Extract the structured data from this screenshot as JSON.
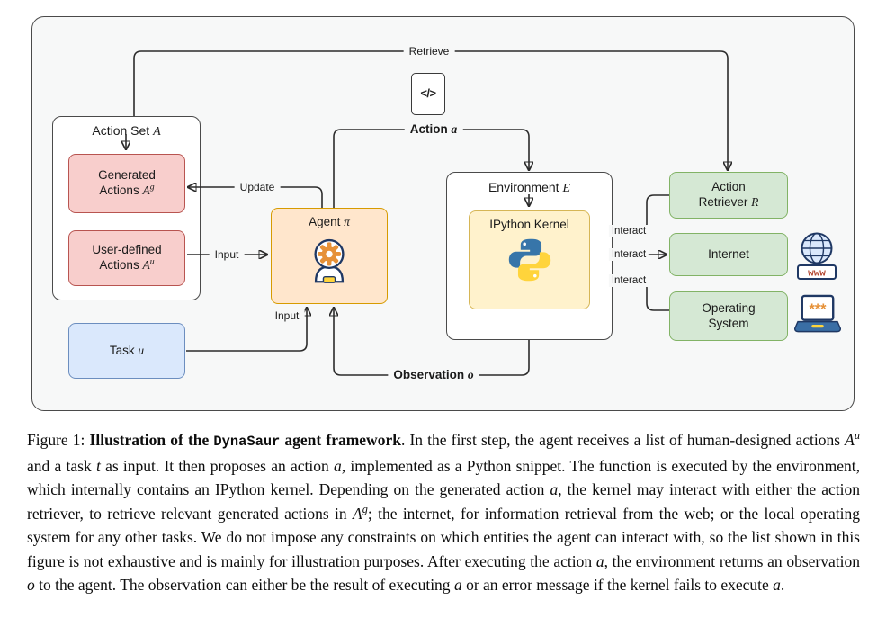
{
  "figure": {
    "labels": {
      "retrieve": "Retrieve",
      "action": {
        "prefix": "Action ",
        "var": "a"
      },
      "observation": {
        "prefix": "Observation ",
        "var": "o"
      },
      "update": "Update",
      "input1": "Input",
      "input2": "Input",
      "interact1": "Interact",
      "interact2": "Interact",
      "interact3": "Interact"
    },
    "boxes": {
      "action_set": {
        "prefix": "Action Set ",
        "var": "A"
      },
      "generated": {
        "line1": "Generated",
        "line2": "Actions ",
        "var": "A",
        "sup": "g"
      },
      "user_defined": {
        "line1": "User-defined",
        "line2": "Actions ",
        "var": "A",
        "sup": "u"
      },
      "task": {
        "prefix": "Task ",
        "var": "u"
      },
      "agent": {
        "prefix": "Agent ",
        "var": "π"
      },
      "environment": {
        "prefix": "Environment ",
        "var": "E"
      },
      "ipython_kernel": "IPython Kernel",
      "action_retriever": {
        "line1": "Action",
        "line2": "Retriever ",
        "var": "R"
      },
      "internet": "Internet",
      "operating_system": {
        "line1": "Operating",
        "line2": "System"
      }
    },
    "icons": {
      "code_file": "</>",
      "globe_www": "www",
      "laptop_screen": "***"
    },
    "colors": {
      "canvas_bg": "#f7f8f8",
      "pink_fill": "#f8cecc",
      "pink_stroke": "#b85450",
      "blue_fill": "#dae8fc",
      "blue_stroke": "#6c8ebf",
      "orange_fill": "#ffe6cc",
      "orange_stroke": "#d79b00",
      "yellow_fill": "#fff2cc",
      "yellow_stroke": "#d6b656",
      "green_fill": "#d5e8d4",
      "green_stroke": "#82b366",
      "python_blue": "#3775a9",
      "python_yellow": "#ffd43b",
      "icon_navy": "#1f3864",
      "gear_orange": "#e69138"
    }
  },
  "caption": {
    "runs": [
      {
        "s": "plain",
        "t": "Figure 1: "
      },
      {
        "s": "bold",
        "t": "Illustration of the "
      },
      {
        "s": "boldmono",
        "t": "DynaSaur"
      },
      {
        "s": "bold",
        "t": " agent framework"
      },
      {
        "s": "plain",
        "t": ". In the first step, the agent receives a list of human-designed actions "
      },
      {
        "s": "math",
        "t": "A"
      },
      {
        "s": "mathsup",
        "t": "u"
      },
      {
        "s": "plain",
        "t": " and a task "
      },
      {
        "s": "math",
        "t": "t"
      },
      {
        "s": "plain",
        "t": " as input. It then proposes an action "
      },
      {
        "s": "math",
        "t": "a"
      },
      {
        "s": "plain",
        "t": ", implemented as a Python snippet. The function is executed by the environment, which internally contains an IPython kernel. Depending on the generated action "
      },
      {
        "s": "math",
        "t": "a"
      },
      {
        "s": "plain",
        "t": ", the kernel may interact with either the action retriever, to retrieve relevant generated actions in "
      },
      {
        "s": "math",
        "t": "A"
      },
      {
        "s": "mathsup",
        "t": "g"
      },
      {
        "s": "plain",
        "t": "; the internet, for information retrieval from the web; or the local operating system for any other tasks. We do not impose any constraints on which entities the agent can interact with, so the list shown in this figure is not exhaustive and is mainly for illustration purposes. After executing the action "
      },
      {
        "s": "math",
        "t": "a"
      },
      {
        "s": "plain",
        "t": ", the environment returns an observation "
      },
      {
        "s": "math",
        "t": "o"
      },
      {
        "s": "plain",
        "t": " to the agent. The observation can either be the result of executing "
      },
      {
        "s": "math",
        "t": "a"
      },
      {
        "s": "plain",
        "t": " or an error message if the kernel fails to execute "
      },
      {
        "s": "math",
        "t": "a"
      },
      {
        "s": "plain",
        "t": "."
      }
    ]
  }
}
